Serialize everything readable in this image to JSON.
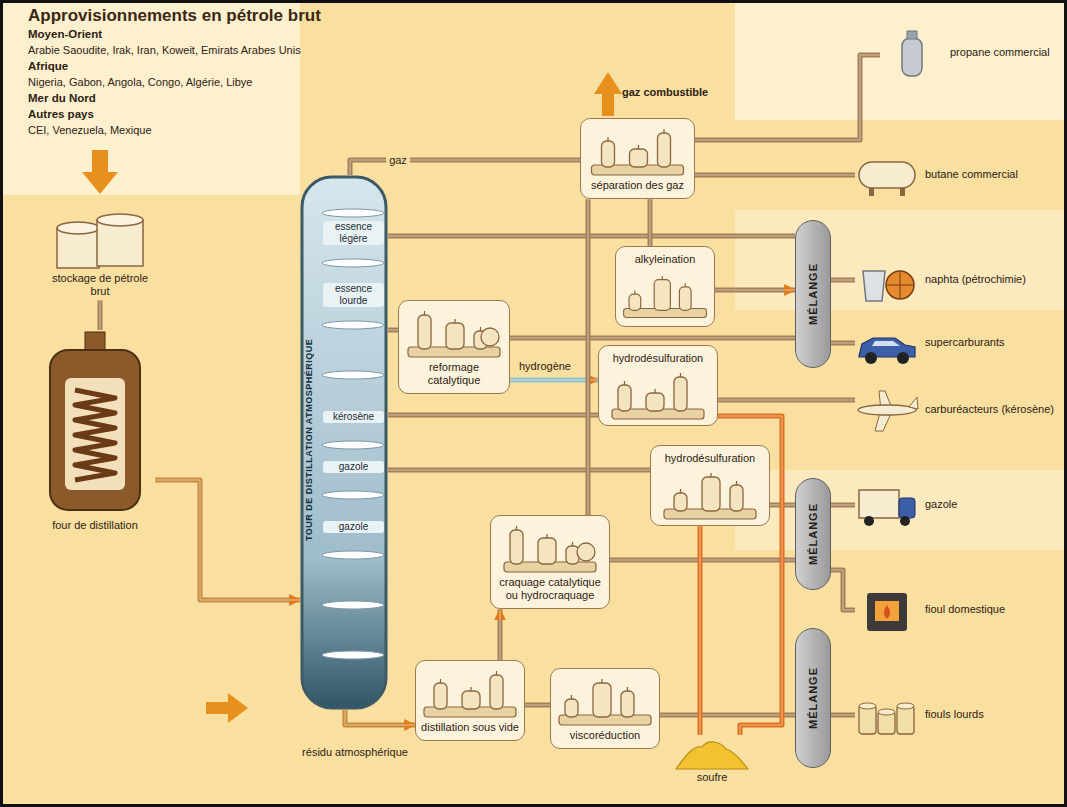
{
  "diagram": {
    "title": "Approvisionnements en pétrole brut",
    "nodes": [
      {
        "text": [
          "stockage de pétrole brut"
        ]
      },
      {
        "text": [
          "four de distillation"
        ]
      },
      {
        "text": [
          "TOUR DE DISTILLATION ATMOSPHÉRIQUE",
          "essence légère",
          "essence lourde",
          "kérosène",
          "gazole",
          "gazole"
        ]
      },
      {
        "text": [
          "séparation des gaz"
        ]
      },
      {
        "text": [
          "alkyleination"
        ]
      },
      {
        "text": [
          "reformage catalytique"
        ]
      },
      {
        "text": [
          "hydrodésulfuration"
        ]
      },
      {
        "text": [
          "hydrodésulfuration"
        ]
      },
      {
        "text": [
          "craquage catalytique ou hydrocraquage"
        ]
      },
      {
        "text": [
          "distillation sous vide"
        ]
      },
      {
        "text": [
          "viscoréduction"
        ]
      },
      {
        "text": [
          "MÉLANGE"
        ]
      },
      {
        "text": [
          "MÉLANGE"
        ]
      },
      {
        "text": [
          "MÉLANGE"
        ]
      },
      {
        "text": [
          "propane commercial"
        ]
      },
      {
        "text": [
          "butane commercial"
        ]
      },
      {
        "text": [
          "naphta (pétrochimie)"
        ]
      },
      {
        "text": [
          "supercarburants"
        ]
      },
      {
        "text": [
          "carburéacteurs (kérosène)"
        ]
      },
      {
        "text": [
          "gazole"
        ]
      },
      {
        "text": [
          "fioul domestique"
        ]
      },
      {
        "text": [
          "fiouls lourds"
        ]
      },
      {
        "text": [
          "soufre"
        ]
      }
    ],
    "edges": [
      {
        "from": 0,
        "to": 1,
        "arrow": "none"
      },
      {
        "from": 1,
        "to": 2,
        "arrow": "to"
      },
      {
        "from": 2,
        "to": 3,
        "label": "gaz",
        "arrow": "none"
      },
      {
        "from": 2,
        "to": 11,
        "arrow": "none"
      },
      {
        "from": 2,
        "to": 5,
        "arrow": "none"
      },
      {
        "from": 5,
        "to": 11,
        "arrow": "none"
      },
      {
        "from": 5,
        "to": 6,
        "label": "hydrogène",
        "arrow": "to"
      },
      {
        "from": 3,
        "to": 4,
        "arrow": "none"
      },
      {
        "from": 4,
        "to": 11,
        "arrow": "to"
      },
      {
        "from": 3,
        "to": 14,
        "arrow": "none"
      },
      {
        "from": 3,
        "to": 15,
        "arrow": "none"
      },
      {
        "from": 11,
        "to": 16,
        "arrow": "none"
      },
      {
        "from": 11,
        "to": 17,
        "arrow": "none"
      },
      {
        "from": 2,
        "to": 6,
        "arrow": "none"
      },
      {
        "from": 6,
        "to": 18,
        "arrow": "none"
      },
      {
        "from": 2,
        "to": 7,
        "arrow": "none"
      },
      {
        "from": 7,
        "to": 12,
        "arrow": "none"
      },
      {
        "from": 12,
        "to": 19,
        "arrow": "none"
      },
      {
        "from": 12,
        "to": 20,
        "arrow": "none"
      },
      {
        "from": 13,
        "to": 21,
        "arrow": "none"
      },
      {
        "from": 2,
        "to": 9,
        "label": "résidu atmosphérique",
        "arrow": "to"
      },
      {
        "from": 9,
        "to": 8,
        "arrow": "to"
      },
      {
        "from": 9,
        "to": 10,
        "arrow": "none"
      },
      {
        "from": 8,
        "to": 3,
        "arrow": "none"
      },
      {
        "from": 8,
        "to": 12,
        "arrow": "none"
      },
      {
        "from": 10,
        "to": 13,
        "arrow": "none"
      },
      {
        "from": 6,
        "to": 22,
        "arrow": "none"
      },
      {
        "from": 7,
        "to": 22,
        "arrow": "none"
      }
    ],
    "labels": [
      "Moyen-Orient",
      "Arabie Saoudite, Irak, Iran, Koweit, Emirats Arabes Unis",
      "Afrique",
      "Nigeria, Gabon, Angola, Congo, Algérie, Libye",
      "Mer du Nord",
      "Autres pays",
      "CEI, Venezuela, Mexique",
      "gaz combustible"
    ]
  }
}
